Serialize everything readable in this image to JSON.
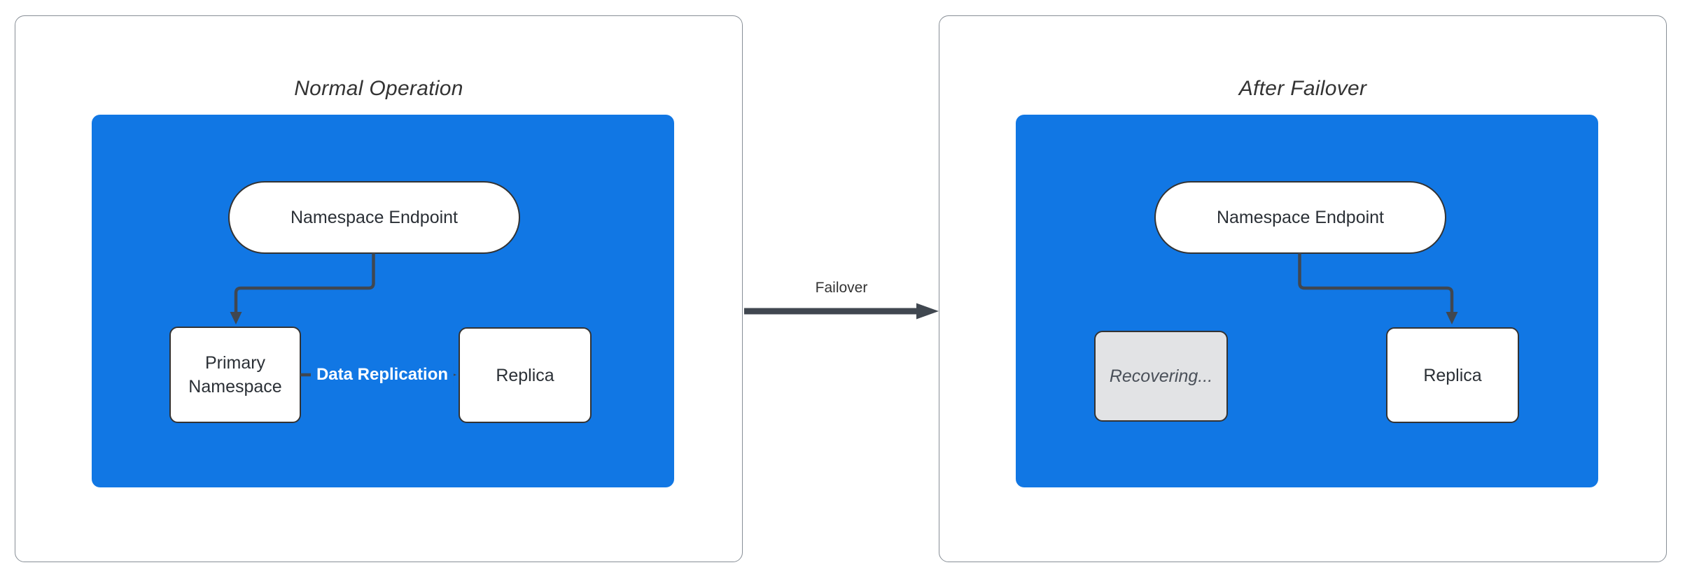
{
  "colors": {
    "subgraph_blue": "#1177e4",
    "node_border": "#333333",
    "node_fill": "#ffffff",
    "node_text": "#2b3036",
    "edge": "#404750",
    "panel_border": "#878e96",
    "title_text": "#333333",
    "recovering_fill": "#e2e3e5",
    "recovering_text": "#4a5059",
    "replication_label_text": "#ffffff"
  },
  "left_panel": {
    "title": "Normal Operation",
    "nodes": {
      "endpoint": "Namespace Endpoint",
      "primary": "Primary Namespace",
      "replica": "Replica"
    },
    "edge_label": "Data Replication"
  },
  "transition": {
    "label": "Failover"
  },
  "right_panel": {
    "title": "After Failover",
    "nodes": {
      "endpoint": "Namespace Endpoint",
      "recovering": "Recovering...",
      "replica": "Replica"
    }
  }
}
